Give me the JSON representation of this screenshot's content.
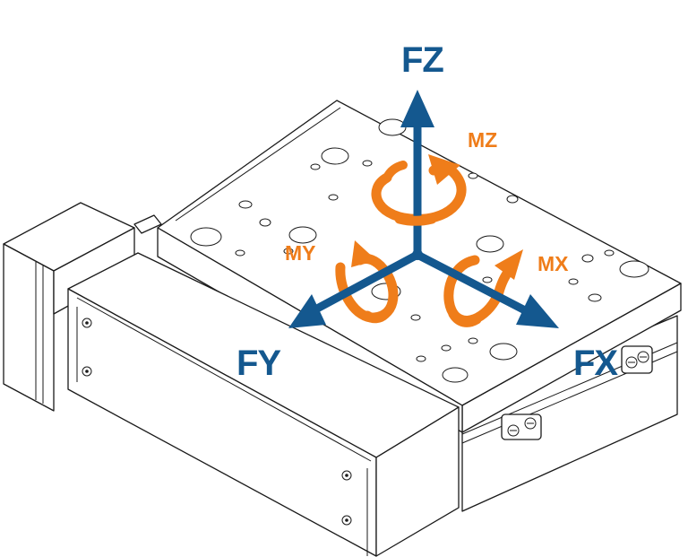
{
  "diagram": {
    "force_axes": [
      {
        "id": "fz",
        "label": "FZ"
      },
      {
        "id": "fy",
        "label": "FY"
      },
      {
        "id": "fx",
        "label": "FX"
      }
    ],
    "moments": [
      {
        "id": "mz",
        "label": "MZ"
      },
      {
        "id": "my",
        "label": "MY"
      },
      {
        "id": "mx",
        "label": "MX"
      }
    ],
    "colors": {
      "force": "#14588f",
      "moment": "#ef7d1a",
      "outline": "#1a1a1a",
      "background": "#ffffff"
    },
    "icons": {
      "stage": "linear-stage-drawing",
      "moment": "curved-rotation-arrow-icon",
      "force": "straight-force-arrow-icon"
    }
  }
}
